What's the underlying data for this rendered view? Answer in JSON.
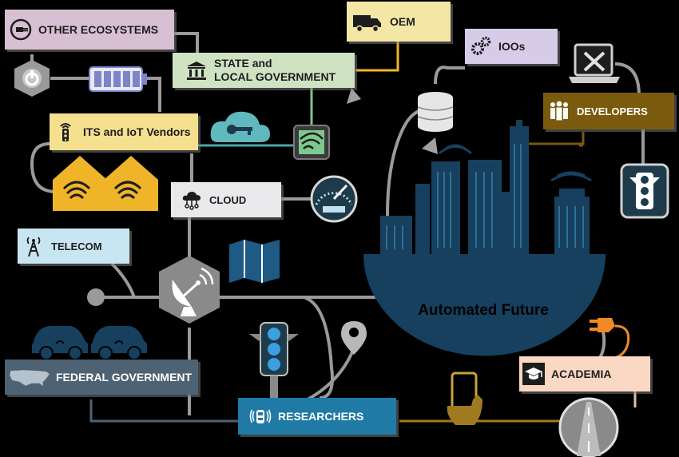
{
  "labels": {
    "other_ecosystems": "OTHER ECOSYSTEMS",
    "oem": "OEM",
    "ioos": "IOOs",
    "state_line1": "STATE and",
    "state_line2": "LOCAL GOVERNMENT",
    "developers": "DEVELOPERS",
    "its_iot": "ITS and IoT Vendors",
    "cloud": "CLOUD",
    "telecom": "TELECOM",
    "automated_future": "Automated Future",
    "academia": "ACADEMIA",
    "federal": "FEDERAL GOVERNMENT",
    "researchers": "RESEARCHERS"
  },
  "colors": {
    "other_ecosystems": "#d7bfd4",
    "oem": "#f4e6a4",
    "ioos": "#d6cce8",
    "state": "#cfe3c3",
    "developers": "#7a5a0c",
    "its_iot": "#f5e08f",
    "cloud": "#e9e9ec",
    "telecom": "#c8e6f2",
    "academia": "#fbd8c3",
    "federal": "#4d6272",
    "researchers": "#1f7aa6",
    "city": "#17405e",
    "connector": "#9a9a9a"
  }
}
